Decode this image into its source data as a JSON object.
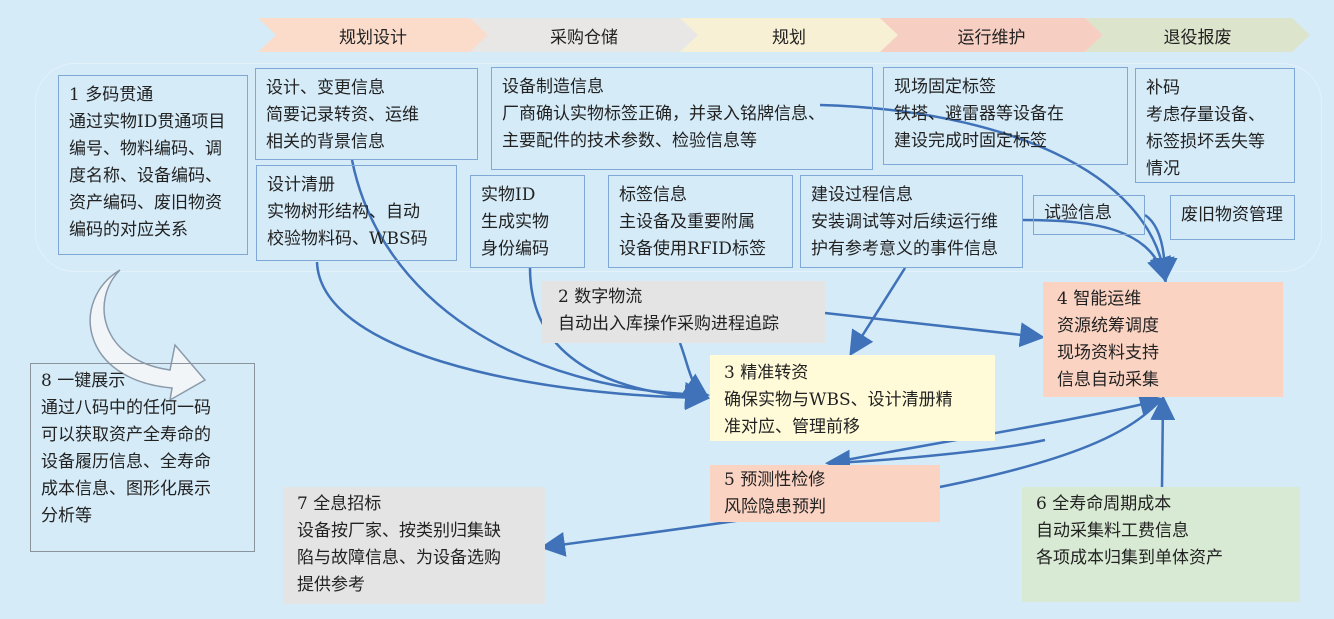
{
  "stages": [
    "规划设计",
    "采购仓储",
    "规划",
    "运行维护",
    "退役报废"
  ],
  "colors": {
    "stage": [
      "#fbdccb",
      "#e9e7e6",
      "#f8f0d4",
      "#f6cfc2",
      "#dde4cc"
    ],
    "arrow": "#3f72b8"
  },
  "boxes": {
    "b1": [
      "1 多码贯通",
      "通过实物ID贯通项目",
      "编号、物料编码、调",
      "度名称、设备编码、",
      "资产编码、废旧物资",
      "编码的对应关系"
    ],
    "design_change": [
      "设计、变更信息",
      "简要记录转资、运维",
      "相关的背景信息"
    ],
    "design_list": [
      "设计清册",
      "实物树形结构、自动",
      "校验物料码、WBS码"
    ],
    "manufacture": [
      "设备制造信息",
      "厂商确认实物标签正确，并录入铭牌信息、",
      "主要配件的技术参数、检验信息等"
    ],
    "site_label": [
      "现场固定标签",
      "铁塔、避雷器等设备在",
      "建设完成时固定标签"
    ],
    "recode": [
      "补码",
      "考虑存量设备、",
      "标签损坏丢失等",
      "情况"
    ],
    "id": [
      "实物ID",
      "生成实物",
      "身份编码"
    ],
    "label": [
      "标签信息",
      "主设备及重要附属",
      "设备使用RFID标签"
    ],
    "construction": [
      "建设过程信息",
      "安装调试等对后续运行维",
      "护有参考意义的事件信息"
    ],
    "test": [
      "试验信息"
    ],
    "scrap": [
      "废旧物资管理"
    ],
    "b2": [
      "2 数字物流",
      "自动出入库操作采购进程追踪"
    ],
    "b3": [
      "3 精准转资",
      "确保实物与WBS、设计清册精",
      "准对应、管理前移"
    ],
    "b4": [
      "4 智能运维",
      "资源统筹调度",
      "现场资料支持",
      "信息自动采集"
    ],
    "b5": [
      "5 预测性检修",
      "风险隐患预判"
    ],
    "b6": [
      "6 全寿命周期成本",
      "自动采集料工费信息",
      "各项成本归集到单体资产"
    ],
    "b7": [
      "7 全息招标",
      "设备按厂家、按类别归集缺",
      "陷与故障信息、为设备选购",
      "提供参考"
    ],
    "b8": [
      "8 一键展示",
      "通过八码中的任何一码",
      "可以获取资产全寿命的",
      "设备履历信息、全寿命",
      "成本信息、图形化展示",
      "分析等"
    ]
  }
}
